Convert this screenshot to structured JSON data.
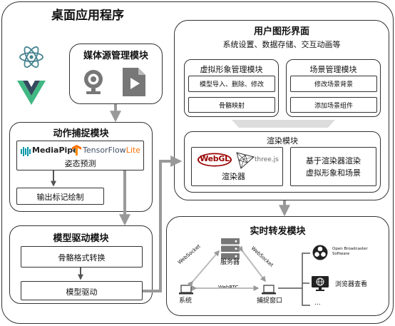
{
  "app": {
    "title": "桌面应用程序"
  },
  "media": {
    "title": "媒体源管理模块"
  },
  "capture": {
    "title": "动作捕捉模块",
    "mediapipe": "MediaPipe",
    "tf_left": "TensorFlow",
    "tf_right": "Lite",
    "pose": "姿态预测",
    "output": "输出标记绘制"
  },
  "model": {
    "title": "模型驱动模块",
    "skeleton": "骨骼格式转换",
    "drive": "模型驱动"
  },
  "gui": {
    "title": "用户图形界面",
    "subtitle": "系统设置、数据存储、交互动画等",
    "avatar": {
      "title": "虚拟形象管理模块",
      "item1": "模型导入、删除、修改",
      "item2": "骨骼映射"
    },
    "scene": {
      "title": "场景管理模块",
      "item1": "修改场景背景",
      "item2": "添加场景组件"
    },
    "render": {
      "title": "渲染模块",
      "webgl": "WebGL",
      "threejs": "three.js",
      "renderer": "渲染器",
      "desc_line1": "基于渲染器渲染",
      "desc_line2": "虚拟形象和场景"
    }
  },
  "relay": {
    "title": "实时转发模块",
    "server": "服务器",
    "system": "系统",
    "capture_window": "捕捉窗口",
    "ws_left": "WebSocket",
    "ws_right": "WebSocket",
    "webrtc": "WebRTC",
    "obs_line1": "Open Broadcaster",
    "obs_line2": "Software",
    "browser": "浏览器查看",
    "more": "..."
  },
  "colors": {
    "arrow_gray": "#999999",
    "webgl_red": "#990000",
    "tf_orange": "#ff6f00",
    "mediapipe_teal": "#0097a7",
    "vue_green": "#41b883",
    "vue_dark": "#35495e",
    "electron_blue": "#47848f",
    "obs_dark": "#222222"
  },
  "icons": [
    "electron-icon",
    "vue-icon",
    "webcam-icon",
    "video-file-icon",
    "mediapipe-icon",
    "tensorflow-icon",
    "webgl-logo",
    "threejs-icon",
    "server-icon",
    "laptop-icon",
    "obs-icon",
    "browser-monitor-icon"
  ]
}
